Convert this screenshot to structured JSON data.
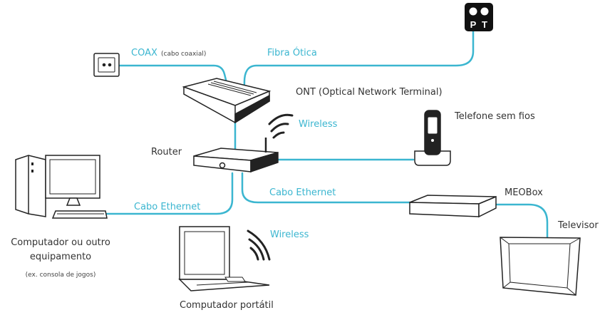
{
  "colors": {
    "cable": "#3bb6d0",
    "label_blue": "#3bb6d0",
    "label_dark": "#333333",
    "device_stroke": "#222222",
    "device_fill": "#ffffff",
    "pt_logo": "#111111"
  },
  "labels": {
    "coax": "COAX",
    "coax_note": "(cabo coaxial)",
    "fibra": "Fibra Ótica",
    "ont": "ONT (Optical Network Terminal)",
    "wireless_router": "Wireless",
    "telefone": "Telefone sem fios",
    "router": "Router",
    "cabo_ethernet_meo": "Cabo Ethernet",
    "meobox": "MEOBox",
    "cabo_ethernet_pc": "Cabo Ethernet",
    "televisor": "Televisor",
    "wireless_laptop": "Wireless",
    "computador_line1": "Computador ou outro",
    "computador_line2": "equipamento",
    "computador_note": "(ex. consola de jogos)",
    "portatil": "Computador portátil"
  },
  "logo": {
    "letters": [
      "P",
      "T"
    ],
    "icon": "pt-logo-icon"
  },
  "icons": [
    "wall-socket-icon",
    "ont-device-icon",
    "router-icon",
    "cordless-phone-icon",
    "desktop-computer-icon",
    "laptop-icon",
    "meobox-icon",
    "television-icon",
    "wireless-waves-icon"
  ]
}
